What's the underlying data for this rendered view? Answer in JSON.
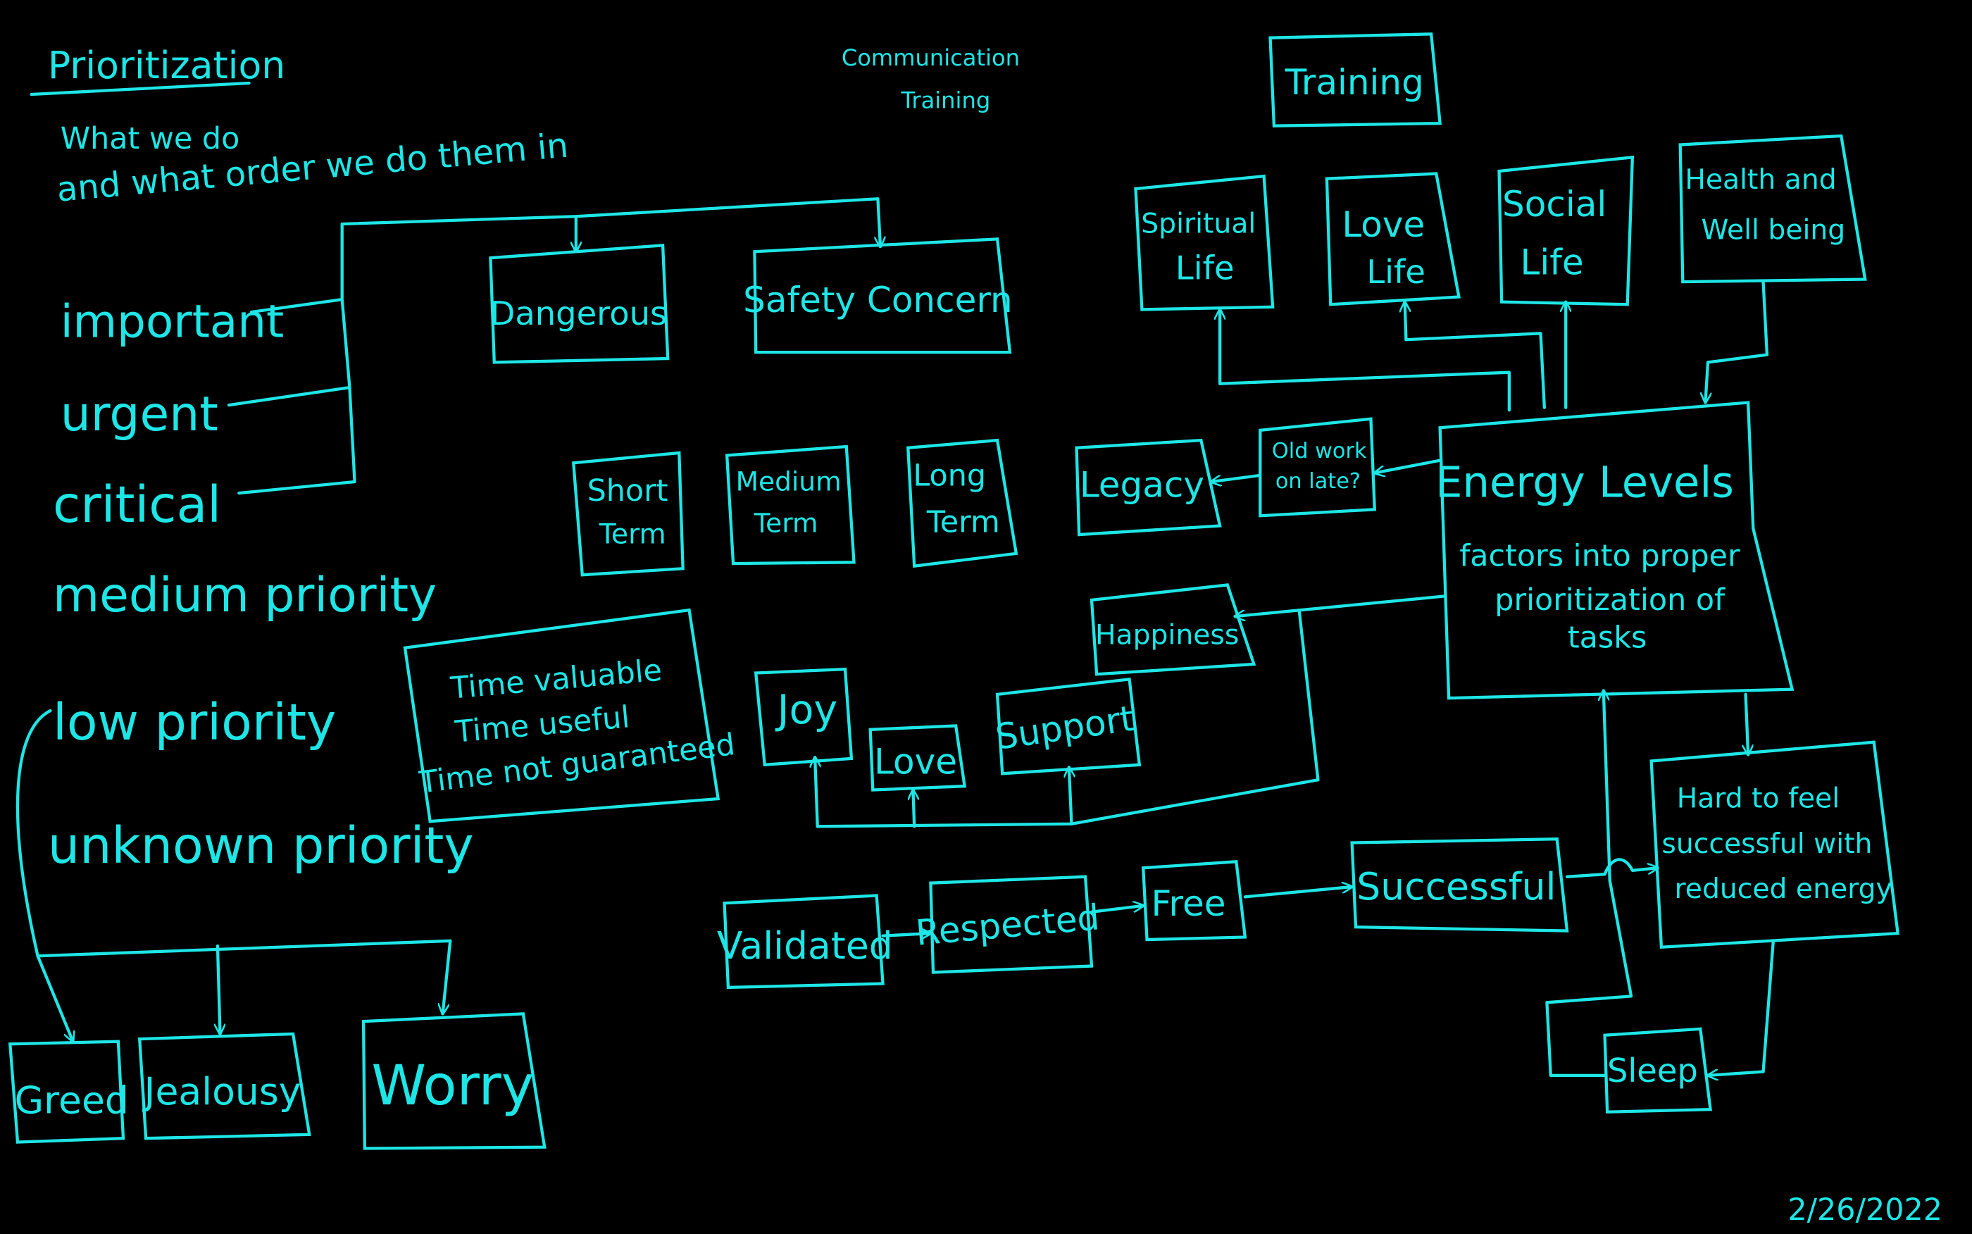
{
  "colors": {
    "background": "#000000",
    "ink": "#1ee6e6"
  },
  "title": "Prioritization",
  "subtitle": [
    "What we do",
    "and what order we do them in"
  ],
  "comm_training": [
    "Communication",
    "Training"
  ],
  "priorities": [
    "important",
    "urgent",
    "critical",
    "medium priority",
    "low priority",
    "unknown priority"
  ],
  "boxes": {
    "dangerous": "Dangerous",
    "safety": "Safety Concern",
    "training": "Training",
    "spiritual": [
      "Spiritual",
      "Life"
    ],
    "love_life": [
      "Love",
      "Life"
    ],
    "social": [
      "Social",
      "Life"
    ],
    "health": [
      "Health and",
      "Well being"
    ],
    "energy": {
      "title": "Energy Levels",
      "lines": [
        "factors into proper",
        "prioritization of",
        "tasks"
      ]
    },
    "old_work": [
      "Old work",
      "on late?"
    ],
    "legacy": "Legacy",
    "happiness": "Happiness",
    "short": [
      "Short",
      "Term"
    ],
    "medium": [
      "Medium",
      "Term"
    ],
    "long": [
      "Long",
      "Term"
    ],
    "time": [
      "Time valuable",
      "Time useful",
      "Time not guaranteed"
    ],
    "joy": "Joy",
    "love": "Love",
    "support": "Support",
    "validated": "Validated",
    "respected": "Respected",
    "free": "Free",
    "successful": "Successful",
    "hard": [
      "Hard to feel",
      "successful with",
      "reduced energy"
    ],
    "sleep": "Sleep",
    "greed": "Greed",
    "jealousy": "Jealousy",
    "worry": "Worry"
  },
  "date": "2/26/2022"
}
